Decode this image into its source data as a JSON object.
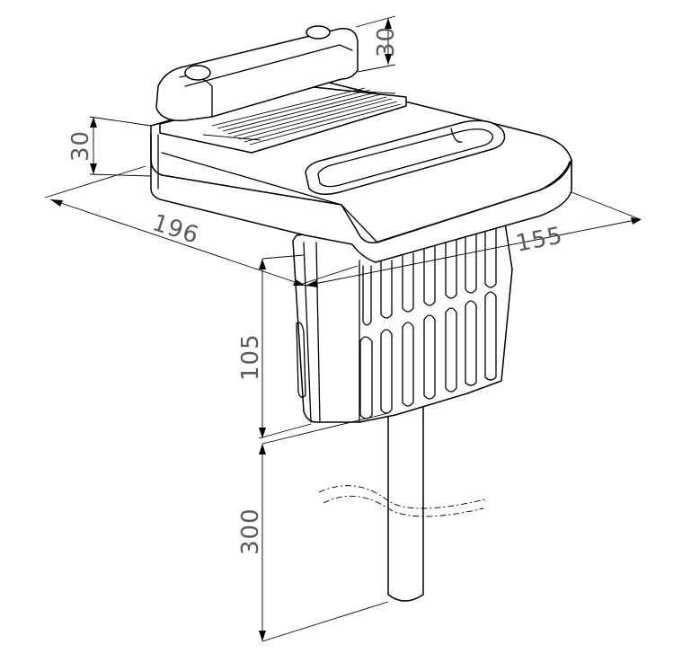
{
  "dimensions": {
    "top_height": "30",
    "housing_height": "30",
    "width": "196",
    "depth": "155",
    "basket_height": "105",
    "pipe_length": "300"
  }
}
